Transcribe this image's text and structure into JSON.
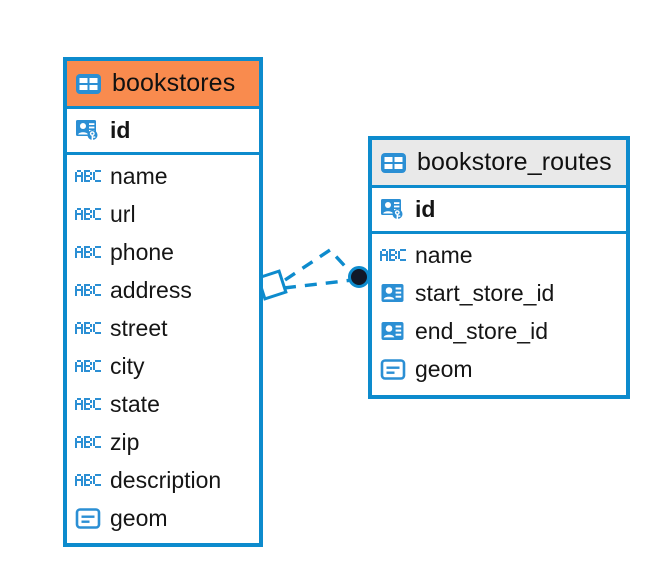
{
  "diagram": {
    "type": "entity-relationship-diagram",
    "colors": {
      "border_blue": "#0d8bcd",
      "header_accent": "#f98b4e",
      "header_plain": "#e9e9e9",
      "icon_blue": "#2b8fd4",
      "text": "#151515",
      "connector": "#0d8bcd",
      "endpoint_fill": "#111827"
    },
    "tables": [
      {
        "name": "bookstores",
        "icon": "table-icon",
        "header_style": "accent",
        "primary_key": {
          "name": "id",
          "icon": "primary-key-icon"
        },
        "fields": [
          {
            "name": "name",
            "icon": "text-type-icon"
          },
          {
            "name": "url",
            "icon": "text-type-icon"
          },
          {
            "name": "phone",
            "icon": "text-type-icon"
          },
          {
            "name": "address",
            "icon": "text-type-icon"
          },
          {
            "name": "street",
            "icon": "text-type-icon"
          },
          {
            "name": "city",
            "icon": "text-type-icon"
          },
          {
            "name": "state",
            "icon": "text-type-icon"
          },
          {
            "name": "zip",
            "icon": "text-type-icon"
          },
          {
            "name": "description",
            "icon": "text-type-icon"
          },
          {
            "name": "geom",
            "icon": "geometry-type-icon"
          }
        ]
      },
      {
        "name": "bookstore_routes",
        "icon": "table-icon",
        "header_style": "plain",
        "primary_key": {
          "name": "id",
          "icon": "primary-key-icon"
        },
        "fields": [
          {
            "name": "name",
            "icon": "text-type-icon"
          },
          {
            "name": "start_store_id",
            "icon": "foreign-key-icon"
          },
          {
            "name": "end_store_id",
            "icon": "foreign-key-icon"
          },
          {
            "name": "geom",
            "icon": "geometry-type-icon"
          }
        ]
      }
    ],
    "relationships": [
      {
        "from": "bookstores",
        "to": "bookstore_routes",
        "from_marker": "diamond-outline",
        "to_marker": "filled-circle",
        "line_style": "dashed"
      },
      {
        "from": "bookstores",
        "to": "bookstore_routes",
        "from_marker": "diamond-outline",
        "to_marker": "filled-circle",
        "line_style": "dashed"
      }
    ]
  }
}
